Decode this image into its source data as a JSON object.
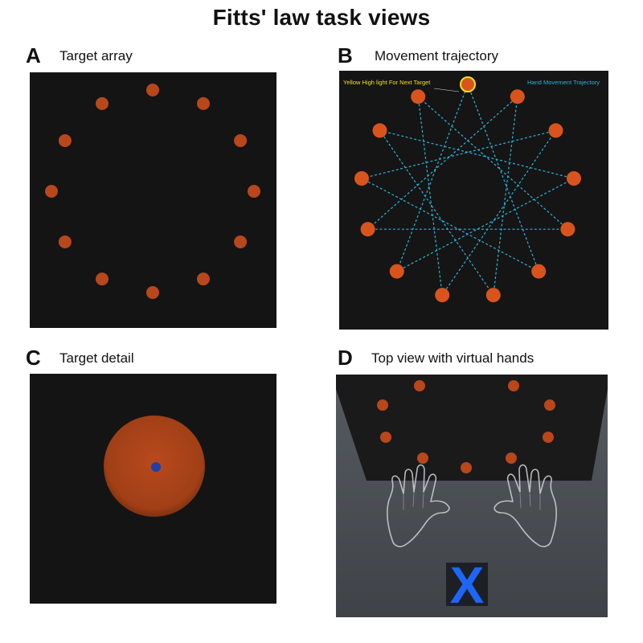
{
  "title": "Fitts' law task views",
  "colors": {
    "background_dark": "#141414",
    "target_orange": "#d9541c",
    "target_cursor_blue": "#1f3fa8",
    "trajectory_cyan": "#2bb3d6",
    "highlight_yellow": "#f0e020",
    "x_marker_blue": "#1e66f5",
    "floor_gray": "#4a4f55"
  },
  "panels": [
    {
      "letter": "A",
      "caption": "Target array",
      "target_count": 12
    },
    {
      "letter": "B",
      "caption": "Movement trajectory",
      "target_count": 13,
      "annotations": {
        "highlight": "Yellow High light For Next Target",
        "trajectory": "Hand Movement Trajectory"
      }
    },
    {
      "letter": "C",
      "caption": "Target detail"
    },
    {
      "letter": "D",
      "caption": "Top view with virtual hands",
      "marker": "X"
    }
  ]
}
